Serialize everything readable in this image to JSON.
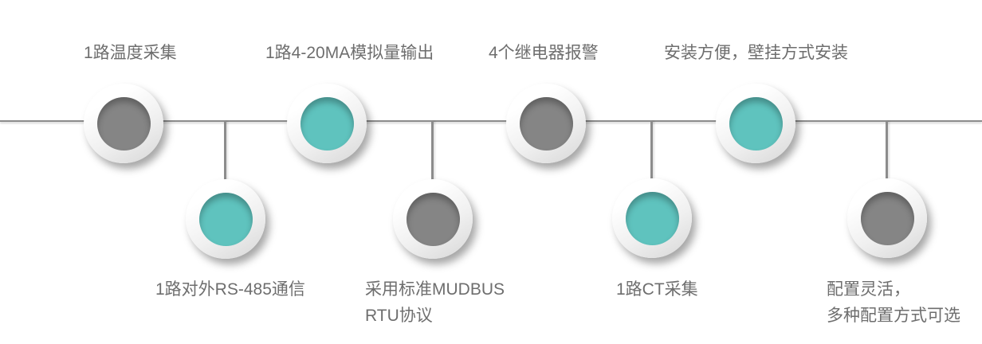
{
  "diagram": {
    "title": "",
    "background_color": "#ffffff",
    "timeline_color": "#8c8c8c",
    "label_text_color": "#6e6e6e",
    "node_colors": {
      "teal": "#5fc3be",
      "gray": "#858585",
      "ring": "#ffffff"
    },
    "nodes": [
      {
        "label": "1路温度采集",
        "dot_color": "gray",
        "row": "top"
      },
      {
        "label": "1路对外RS-485通信",
        "dot_color": "teal",
        "row": "bottom"
      },
      {
        "label": "1路4-20MA模拟量输出",
        "dot_color": "teal",
        "row": "top"
      },
      {
        "label": "采用标准MUDBUS\nRTU协议",
        "dot_color": "gray",
        "row": "bottom"
      },
      {
        "label": "4个继电器报警",
        "dot_color": "gray",
        "row": "top"
      },
      {
        "label": "1路CT采集",
        "dot_color": "teal",
        "row": "bottom"
      },
      {
        "label": "安装方便，壁挂方式安装",
        "dot_color": "teal",
        "row": "top"
      },
      {
        "label": "配置灵活，\n多种配置方式可选",
        "dot_color": "gray",
        "row": "bottom"
      }
    ]
  }
}
